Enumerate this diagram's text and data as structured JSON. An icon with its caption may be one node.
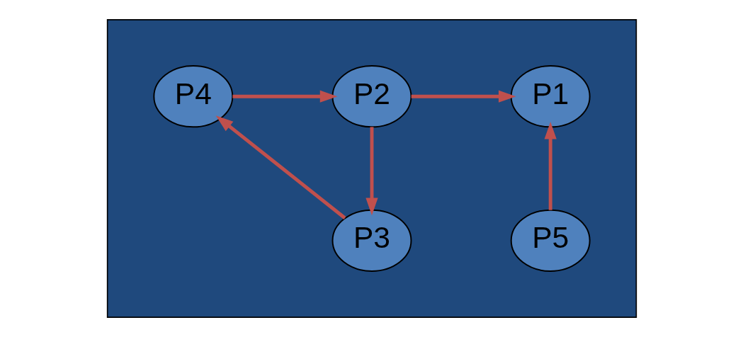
{
  "diagram": {
    "nodes": [
      {
        "text": [],
        "shape": "burst"
      },
      {
        "text": [
          "P1"
        ],
        "in": 0
      },
      {
        "text": [
          "P2"
        ],
        "in": 0
      },
      {
        "text": [
          "P4"
        ],
        "in": 0
      },
      {
        "text": [
          "P5"
        ],
        "in": 0
      },
      {
        "text": [
          "P3"
        ],
        "in": 0
      }
    ],
    "edges": [
      {
        "from": 2,
        "to": 1,
        "arrow": "to"
      },
      {
        "from": 3,
        "to": 2,
        "arrow": "to"
      },
      {
        "from": 2,
        "to": 5,
        "arrow": "to"
      },
      {
        "from": 5,
        "to": 3,
        "arrow": "to"
      },
      {
        "from": 4,
        "to": 1,
        "arrow": "to"
      }
    ]
  }
}
